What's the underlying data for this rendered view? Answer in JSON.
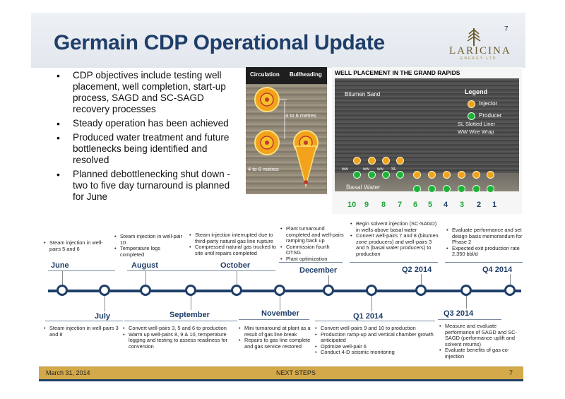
{
  "header": {
    "title": "Germain CDP Operational Update",
    "page_number": "7"
  },
  "logo": {
    "name": "LARICINA",
    "tagline": "ENERGY LTD."
  },
  "bullets": [
    "CDP objectives include testing well placement, well completion, start-up process, SAGD and SC-SAGD recovery processes",
    "Steady operation has been achieved",
    "Produced water treatment and future bottlenecks being identified and resolved",
    "Planned debottlenecking shut down - two to five day turnaround is planned for June"
  ],
  "circulation_panel": {
    "circulation_label": "Circulation",
    "bullheading_label": "Bullheading",
    "upper_spacing": "4 to 6 metres",
    "lower_spacing": "4 to 6 metres"
  },
  "well_panel": {
    "title": "WELL PLACEMENT IN THE GRAND RAPIDS",
    "bitumen_label": "Bitumen Sand",
    "basal_label": "Basal Water",
    "legend_title": "Legend",
    "legend_injector": "Injector",
    "legend_producer": "Producer",
    "legend_sl": "SL Slotted Liner",
    "legend_ww": "WW  Wire Wrap",
    "tags": {
      "ww": "ww",
      "sl": "SL"
    },
    "well_numbers": [
      {
        "n": "10",
        "color": "#1fa83a"
      },
      {
        "n": "9",
        "color": "#1fa83a"
      },
      {
        "n": "8",
        "color": "#1fa83a"
      },
      {
        "n": "7",
        "color": "#1fa83a"
      },
      {
        "n": "6",
        "color": "#1fa83a"
      },
      {
        "n": "5",
        "color": "#1fa83a"
      },
      {
        "n": "4",
        "color": "#1f3e69"
      },
      {
        "n": "3",
        "color": "#1fa83a"
      },
      {
        "n": "2",
        "color": "#1f3e69"
      },
      {
        "n": "1",
        "color": "#1f3e69"
      }
    ]
  },
  "timeline": {
    "above": [
      {
        "month": "June",
        "notes": [
          "Steam injection in well-pairs 5 and 6"
        ]
      },
      {
        "month": "August",
        "notes": [
          "Steam injection in well-pair 10",
          "Temperature logs completed"
        ]
      },
      {
        "month": "October",
        "notes": [
          "Steam injection interrupted due to third-party natural gas line rupture",
          "Compressed natural gas trucked to site until repairs completed"
        ]
      },
      {
        "month": "December",
        "notes": [
          "Plant turnaround completed and well-pairs ramping back up",
          "Commission fourth OTSG",
          "Plant optimization"
        ]
      },
      {
        "month": "Q2 2014",
        "notes": [
          "Begin solvent injection (SC-SAGD) in wells above basal water",
          "Convert well-pairs 7 and 8 (bitumen zone producers)  and well-pairs 3 and 5 (basal water producers) to production"
        ]
      },
      {
        "month": "Q4 2014",
        "notes": [
          "Evaluate performance and set design basis memorandum for Phase 2",
          "Expected exit production rate 2,350 bbl/d"
        ]
      }
    ],
    "below": [
      {
        "month": "July",
        "notes": [
          "Steam injection in well-pairs 3 and 8"
        ]
      },
      {
        "month": "September",
        "notes": [
          "Convert well-pairs 3, 5 and 6 to production",
          "Warm up well-pairs 8, 9 & 10, temperature logging and testing to assess readiness for conversion"
        ]
      },
      {
        "month": "November",
        "notes": [
          "Mini turnaround at plant as a result of gas line break",
          "Repairs to gas line complete and gas service restored"
        ]
      },
      {
        "month": "Q1 2014",
        "notes": [
          "Convert well-pairs  9 and 10 to production",
          "Production ramp-up and vertical chamber growth anticipated",
          "Optimize well-pair 6",
          "Conduct 4-D seismic monitoring"
        ]
      },
      {
        "month": "Q3 2014",
        "notes": [
          "Measure and evaluate performance of SAGD and SC-SAGD (performance uplift and solvent returns)",
          "Evaluate benefits of gas co-injection"
        ]
      }
    ]
  },
  "footer": {
    "date": "March 31, 2014",
    "section": "NEXT STEPS",
    "page": "7"
  }
}
